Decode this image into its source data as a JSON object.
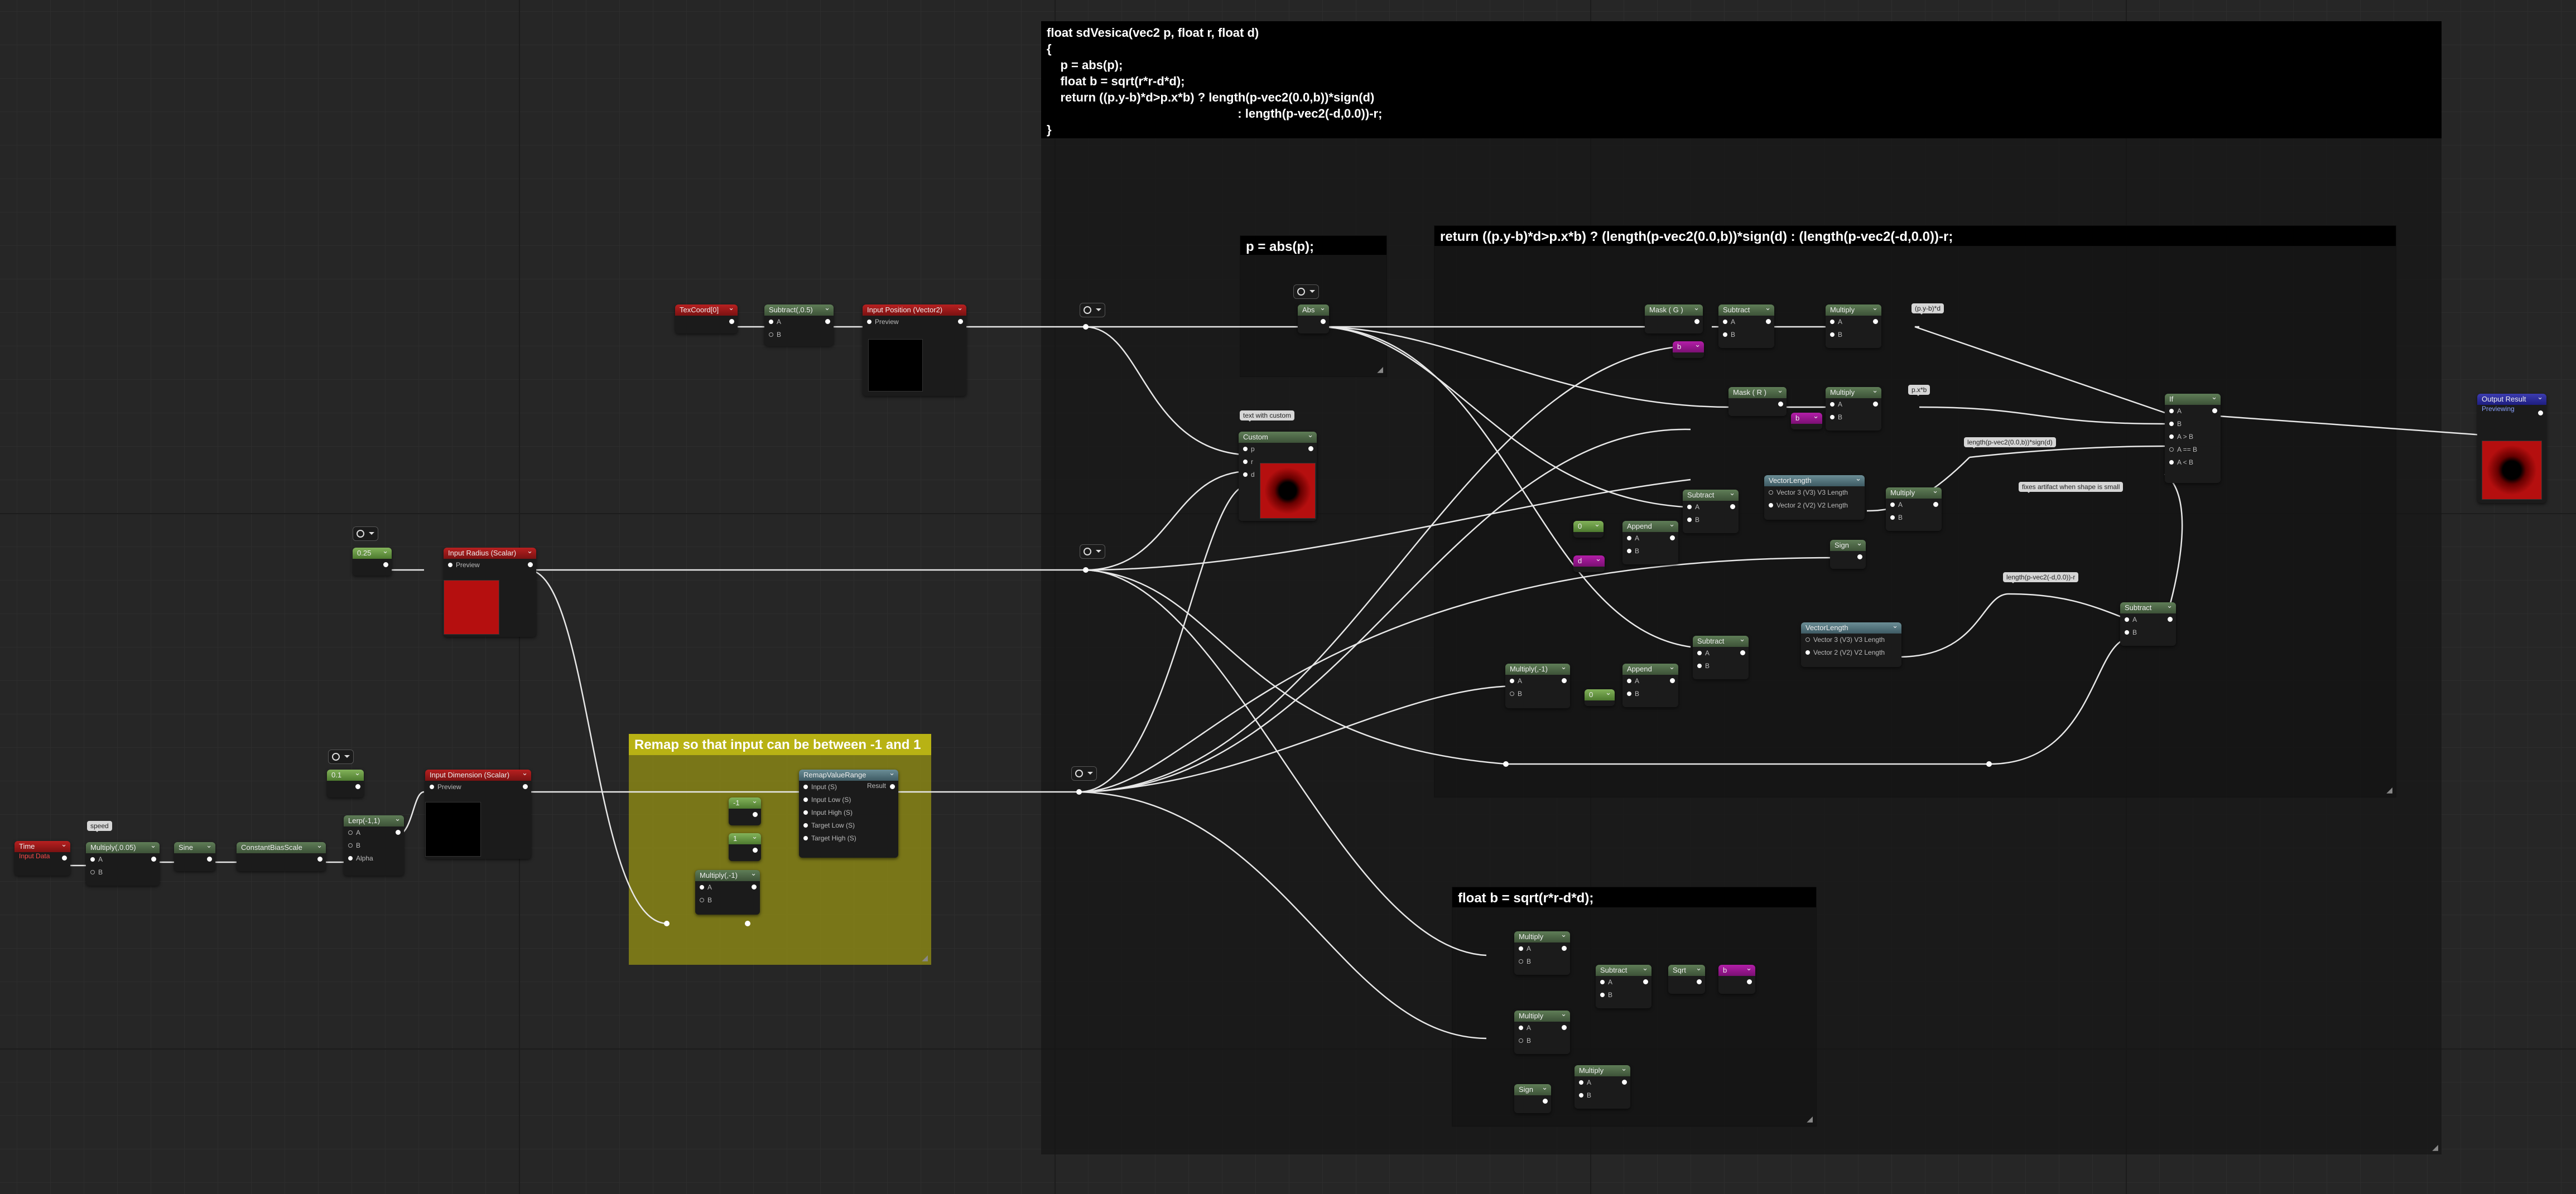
{
  "colors": {
    "wire": "#e8e8e8",
    "red_node": "#b82020",
    "green_node": "#5f7d57",
    "output_node": "#3c3cb0",
    "yellow_comment": "#b8b214",
    "preview_red": "#b50f0f"
  },
  "comments": {
    "code_block": "float sdVesica(vec2 p, float r, float d)\n{\n    p = abs(p);\n    float b = sqrt(r*r-d*d);\n    return ((p.y-b)*d>p.x*b) ? length(p-vec2(0.0,b))*sign(d)\n                                                        : length(p-vec2(-d,0.0))-r;\n}",
    "abs": "p = abs(p);",
    "return": "return ((p.y-b)*d>p.x*b) ? (length(p-vec2(0.0,b))*sign(d) : (length(p-vec2(-d,0.0))-r;",
    "sqrt": "float b = sqrt(r*r-d*d);",
    "remap": "Remap so that input can be between -1 and 1"
  },
  "nodes": {
    "texcoord": "TexCoord[0]",
    "subtract_05": "Subtract(,0.5)",
    "input_position": "Input Position (Vector2)",
    "preview": "Preview",
    "input_radius": "Input Radius (Scalar)",
    "radius_value": "0.25",
    "input_dimension": "Input Dimension (Scalar)",
    "dimension_value": "0.1",
    "time": "Time",
    "time_sub": "Input Data",
    "speed_bubble": "speed",
    "multiply_01": "Multiply(,0.05)",
    "sine": "Sine",
    "constant_bias": "ConstantBiasScale",
    "lerp": "Lerp(-1,1)",
    "remap_node": "RemapValueRange",
    "remap_pins": [
      "Input (S)",
      "Input Low (S)",
      "Input High (S)",
      "Target Low (S)",
      "Target High (S)"
    ],
    "remap_result": "Result",
    "remap_const_a": "-1",
    "remap_const_b": "1",
    "multiply_neg1": "Multiply(,-1)",
    "abs_node": "Abs",
    "custom_bubble": "text with custom",
    "custom_node": "Custom",
    "custom_pins": [
      "p",
      "r",
      "d"
    ],
    "mask_g": "Mask ( G )",
    "mask_r": "Mask ( R )",
    "subtract": "Subtract",
    "multiply": "Multiply",
    "b_param": "b",
    "d_param": "d",
    "bubble_py_b_d": "(p.y-b)*d",
    "bubble_px_b": "p.x*b",
    "bubble_length1": "length(p-vec2(0.0,b))*sign(d)",
    "bubble_fixes": "fixes artifact when shape is small",
    "bubble_length2": "length(p-vec2(-d,0.0))-r",
    "vector_length": "VectorLength",
    "vector_length_pins": [
      "Vector 3 (V3) V3 Length",
      "Vector 2 (V2) V2 Length"
    ],
    "append": "Append",
    "zero": "0",
    "sign": "Sign",
    "if_node": "If",
    "if_pins": [
      "A",
      "B",
      "A > B",
      "A == B",
      "A < B"
    ],
    "multiply_neg1b": "Multiply(,-1)",
    "sqrt": "Sqrt",
    "output_result": "Output Result",
    "output_sub": "Previewing",
    "pin_a": "A",
    "pin_b": "B",
    "pin_alpha": "Alpha"
  }
}
